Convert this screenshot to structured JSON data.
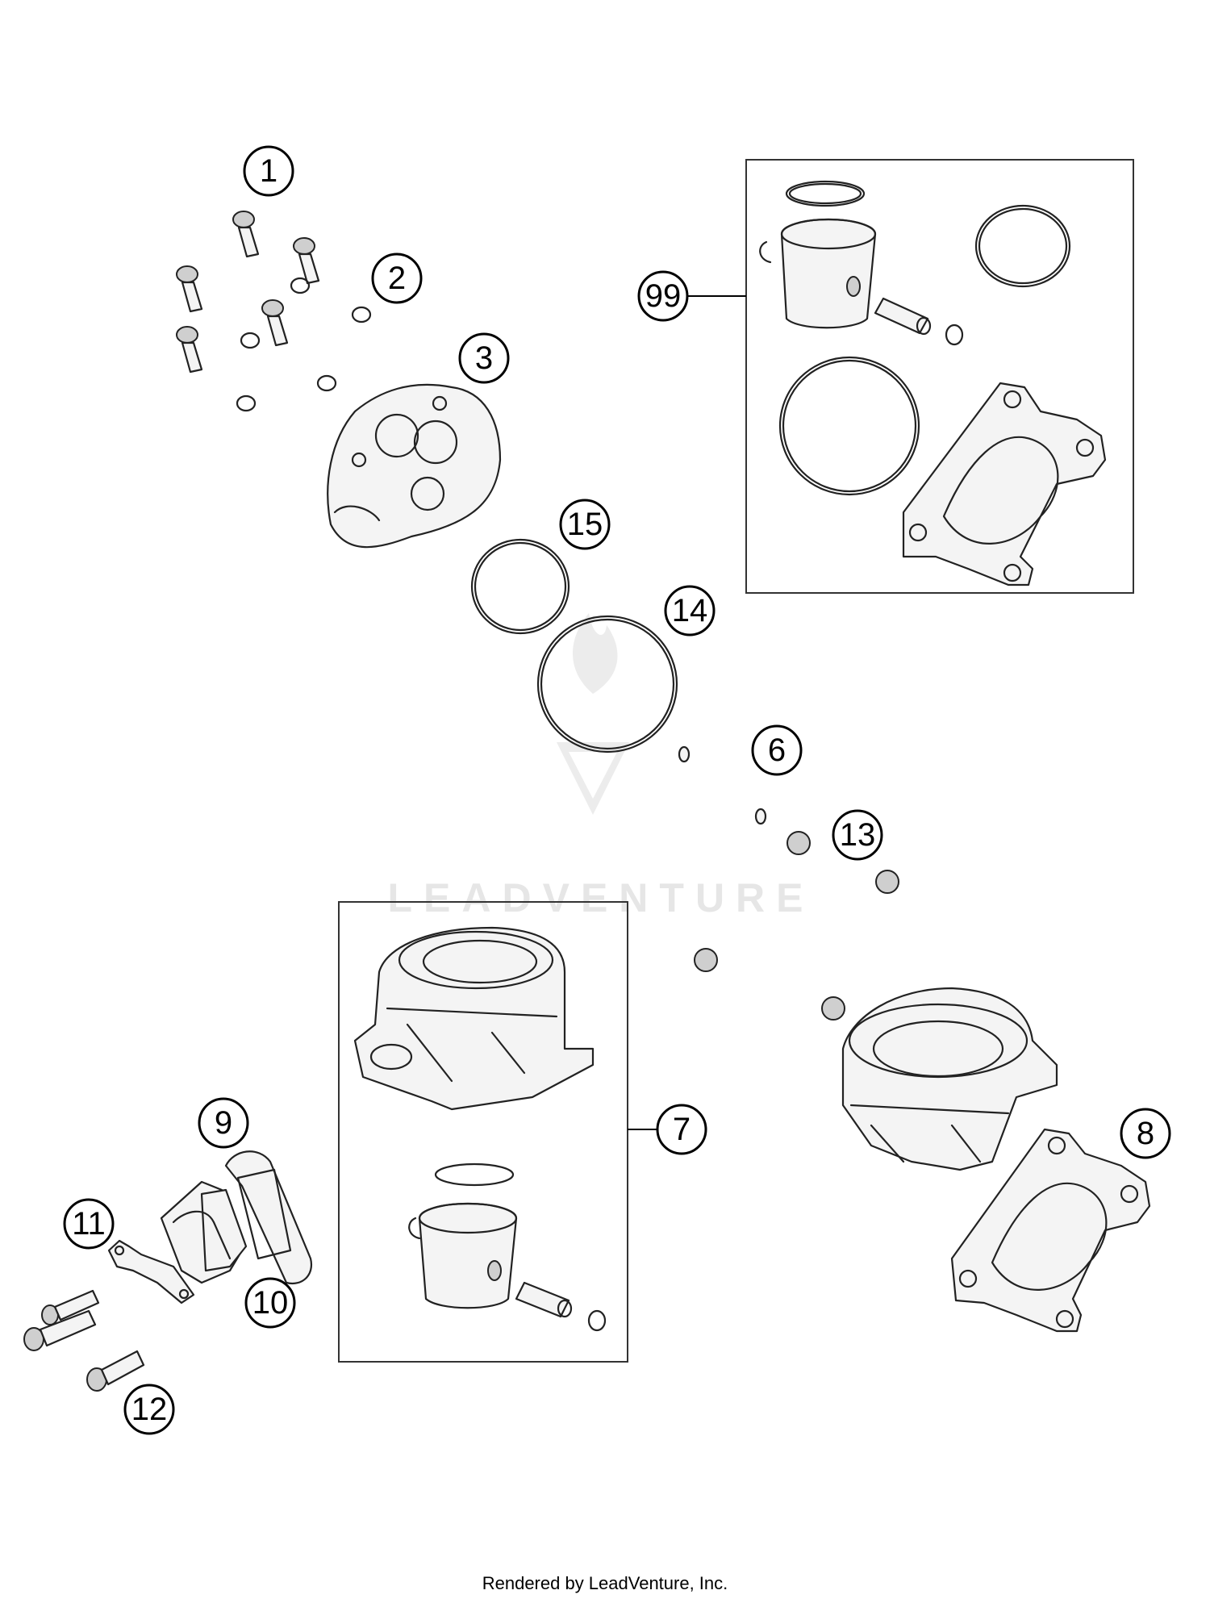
{
  "callouts": {
    "c1": "1",
    "c2": "2",
    "c3": "3",
    "c6": "6",
    "c7": "7",
    "c8": "8",
    "c9": "9",
    "c10": "10",
    "c11": "11",
    "c12": "12",
    "c13": "13",
    "c14": "14",
    "c15": "15",
    "c99": "99"
  },
  "watermark": {
    "brand": "LEADVENTURE"
  },
  "footer": {
    "text": "Rendered by LeadVenture, Inc."
  },
  "colors": {
    "line": "#222222",
    "background": "#ffffff",
    "watermark": "#e6e6e6"
  }
}
